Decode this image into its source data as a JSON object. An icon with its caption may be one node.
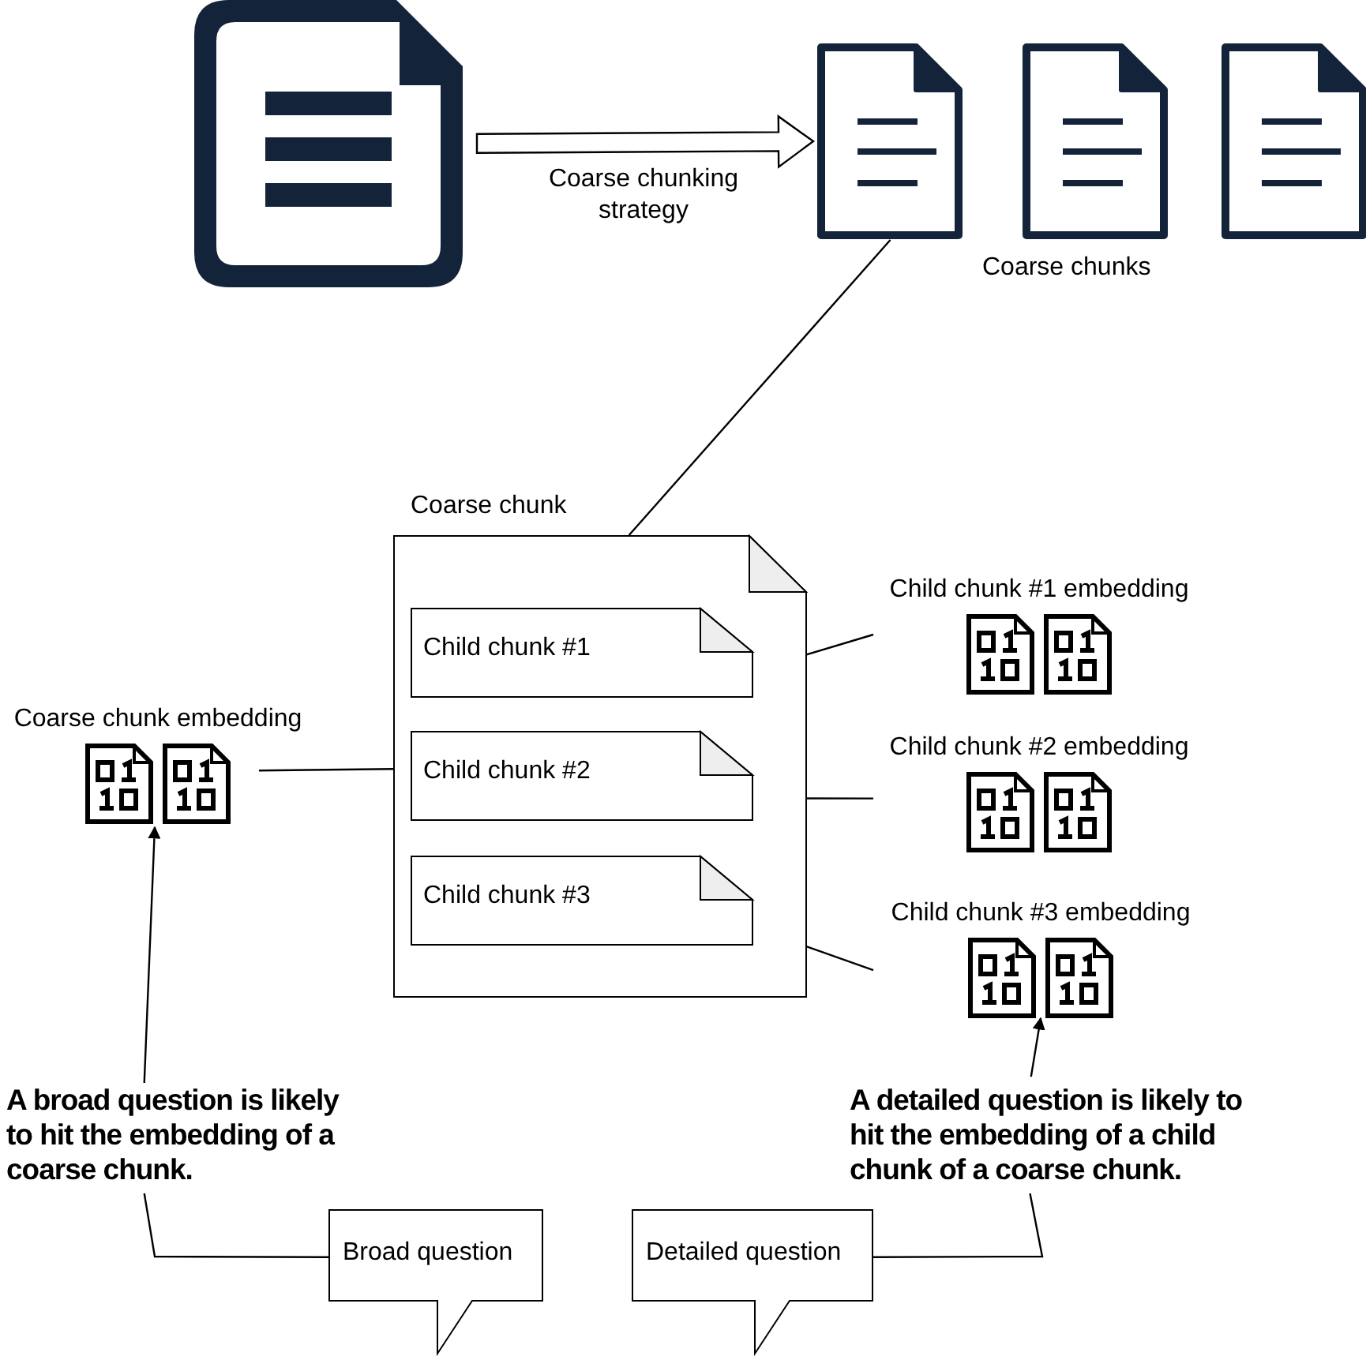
{
  "diagram": {
    "nodes": [
      {
        "text": [],
        "shape": "document"
      },
      {
        "text": [],
        "shape": "document"
      },
      {
        "text": [],
        "shape": "document"
      },
      {
        "text": [],
        "shape": "document"
      },
      {
        "text": [
          "Coarse chunk"
        ]
      },
      {
        "text": [
          "Child chunk #1"
        ],
        "in": 4
      },
      {
        "text": [
          "Child chunk #2"
        ],
        "in": 4
      },
      {
        "text": [
          "Child chunk #3"
        ],
        "in": 4
      },
      {
        "text": [
          "Coarse chunk embedding"
        ]
      },
      {
        "text": [
          "Child chunk #1 embedding"
        ]
      },
      {
        "text": [
          "Child chunk #2 embedding"
        ]
      },
      {
        "text": [
          "Child chunk #3 embedding"
        ]
      },
      {
        "text": [
          "A broad question is likely to hit the embedding of a coarse chunk."
        ]
      },
      {
        "text": [
          "A detailed question is likely to hit the embedding of a child chunk of a coarse chunk."
        ]
      },
      {
        "text": [
          "Broad question"
        ]
      },
      {
        "text": [
          "Detailed question"
        ]
      }
    ],
    "edges": [
      {
        "from": 0,
        "to": 1,
        "arrow": "to",
        "label": "Coarse chunking strategy"
      },
      {
        "from": 1,
        "to": 4,
        "arrow": "none"
      },
      {
        "from": 8,
        "to": 4,
        "arrow": "none"
      },
      {
        "from": 5,
        "to": 9,
        "arrow": "none"
      },
      {
        "from": 6,
        "to": 10,
        "arrow": "none"
      },
      {
        "from": 7,
        "to": 11,
        "arrow": "none"
      },
      {
        "from": 12,
        "to": 8,
        "arrow": "to"
      },
      {
        "from": 13,
        "to": 11,
        "arrow": "to"
      },
      {
        "from": 14,
        "to": 12,
        "arrow": "none"
      },
      {
        "from": 15,
        "to": 13,
        "arrow": "none"
      }
    ],
    "labels": [
      "Coarse chunks"
    ]
  }
}
